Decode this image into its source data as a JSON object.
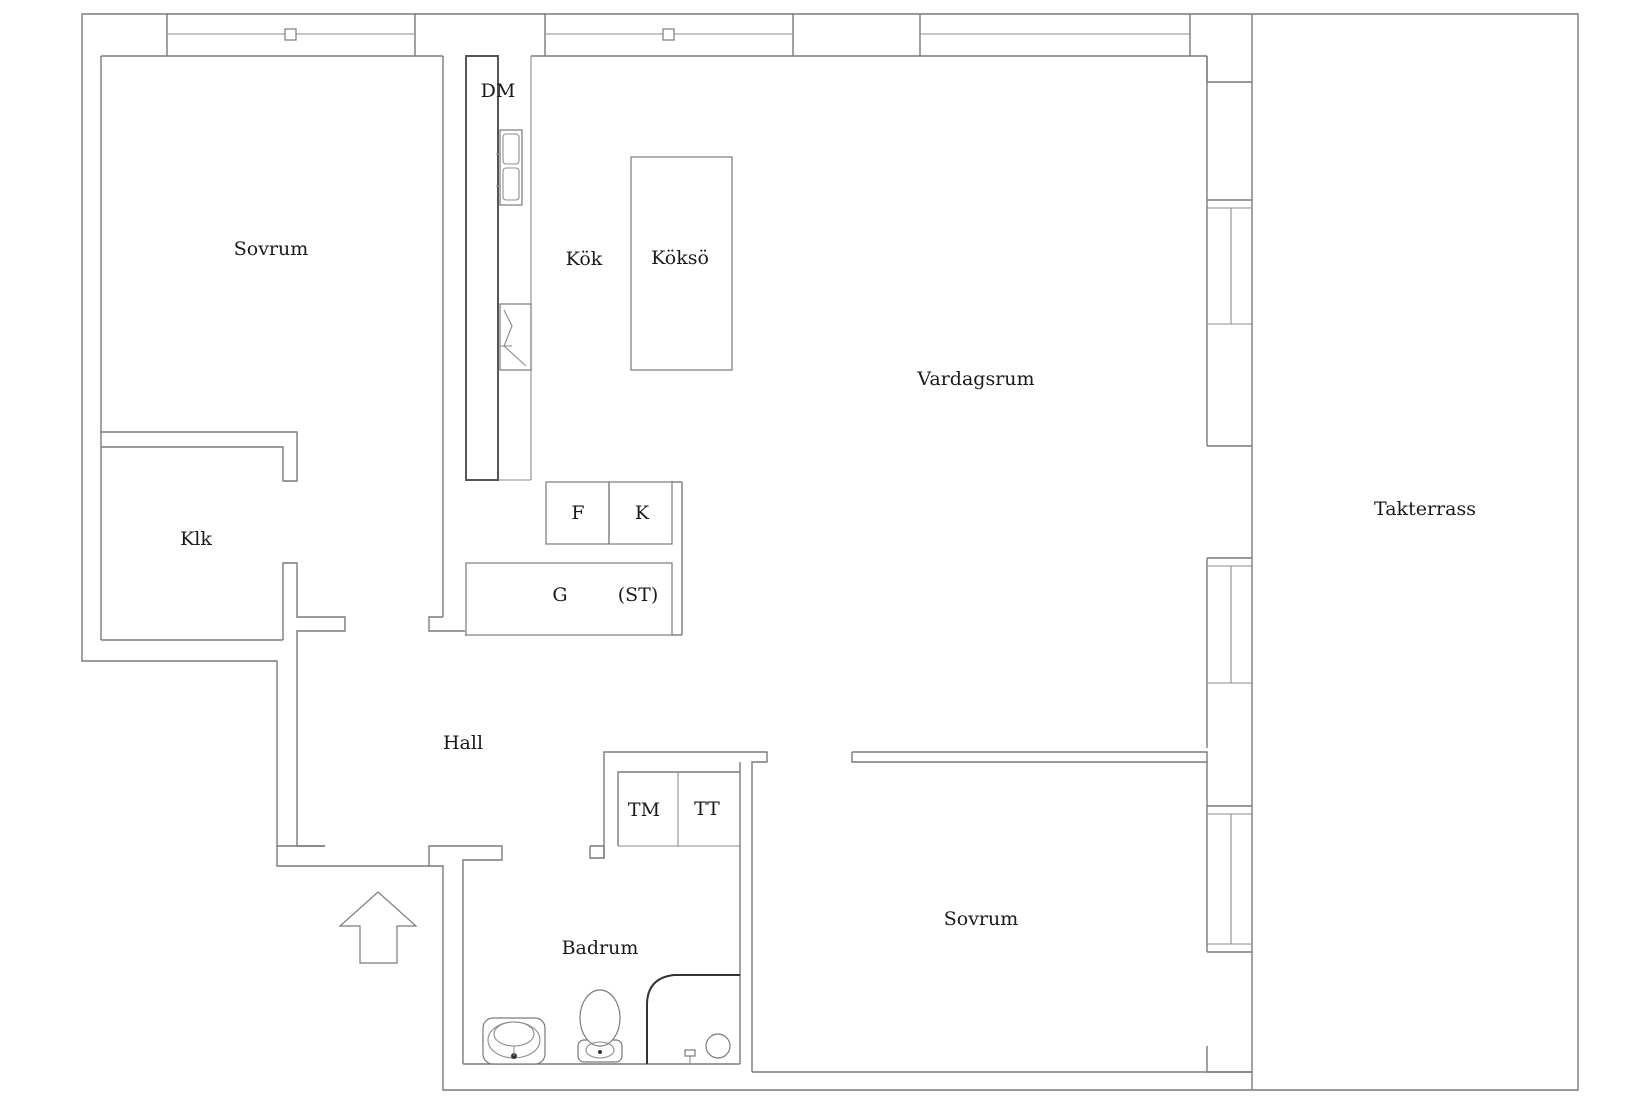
{
  "rooms": {
    "bedroom_top": "Sovrum",
    "closet": "Klk",
    "hall": "Hall",
    "kitchen": "Kök",
    "kitchen_island": "Köksö",
    "living_room": "Vardagsrum",
    "terrace": "Takterrass",
    "bathroom": "Badrum",
    "bedroom_bottom": "Sovrum"
  },
  "appliances": {
    "dishwasher": "DM",
    "freezer": "F",
    "fridge": "K",
    "wardrobe": "G",
    "laundry": "(ST)",
    "washing_machine": "TM",
    "dryer": "TT"
  },
  "icons": {
    "entrance": "entrance-arrow-icon",
    "sink": "kitchen-sink-icon",
    "stove": "stove-icon",
    "washbasin": "washbasin-icon",
    "toilet": "toilet-icon",
    "shower": "shower-icon"
  }
}
